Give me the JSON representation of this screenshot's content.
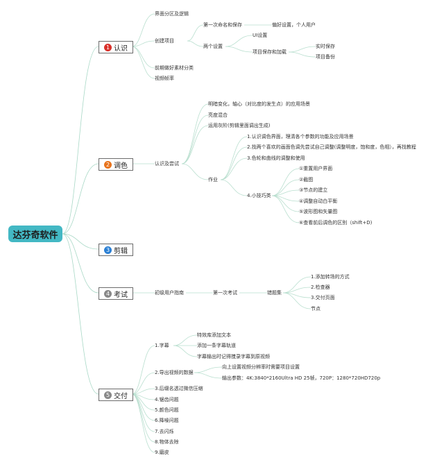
{
  "root": {
    "label": "达芬奇软件"
  },
  "main": [
    {
      "num": "1",
      "label": "认识",
      "color": "#d9302a"
    },
    {
      "num": "2",
      "label": "调色",
      "color": "#e8731c"
    },
    {
      "num": "3",
      "label": "剪辑",
      "color": "#2a7fd4"
    },
    {
      "num": "4",
      "label": "考试",
      "color": "#888888"
    },
    {
      "num": "5",
      "label": "交付",
      "color": "#888888"
    }
  ],
  "sub": {
    "s1": "界面分区及逻辑",
    "s2": "创建项目",
    "s3": "前期做好素材分类",
    "s4": "视频帧率",
    "s5": "第一次命名和保存",
    "s6": "偏好设置，个人用户",
    "s7": "UI设置",
    "s8": "两个设置",
    "s9": "项目保存和加载",
    "s10": "实时保存",
    "s11": "项目备份",
    "t1": "明暗变化，轴心（对比度的发生点）的应用场景",
    "t2": "亮度混合",
    "t3": "运用灰阶(剪辑里面调出生成)",
    "t4": "认识及尝试",
    "t5": "作业",
    "t6": "1.认识调色界面，理清各个参数的功能及应用场景",
    "t7": "2.找两个喜欢的画面色调先尝试自己调整(调整明度，饱和度，色相），再找教程",
    "t8": "3.色轮和曲线的调整和使用",
    "t9": "4.小技巧类",
    "t10": "①重置用户界面",
    "t11": "②截图",
    "t12": "③节点的建立",
    "t13": "④调整自动白平衡",
    "t14": "⑤波形图和矢量图",
    "t15": "⑥查看前后调色的区别（shift+D)",
    "k1": "初级用户指南",
    "k2": "第一次考试",
    "k3": "错题集",
    "k4": "1.添加转场的方式",
    "k5": "2.检查器",
    "k6": "3.交付页面",
    "k7": "节点",
    "d1": "1.字幕",
    "d2": "特效库添加文本",
    "d3": "添加一条字幕轨道",
    "d4": "字幕输出时记得搅录字幕到原视频",
    "d5": "2.导出视频的数据",
    "d6": "向上设置视频分辨率时需要项目设置",
    "d7": "输出参数：4K:3840*2160Ultra HD 25帧，720P：1280*720HD720p",
    "d8": "3.后缀名透过微信压缩",
    "d9": "4.锯齿问题",
    "d10": "5.颜色问题",
    "d11": "6.降噪问题",
    "d12": "7.去闪烁",
    "d13": "8.物体去除",
    "d14": "9.磨皮"
  }
}
